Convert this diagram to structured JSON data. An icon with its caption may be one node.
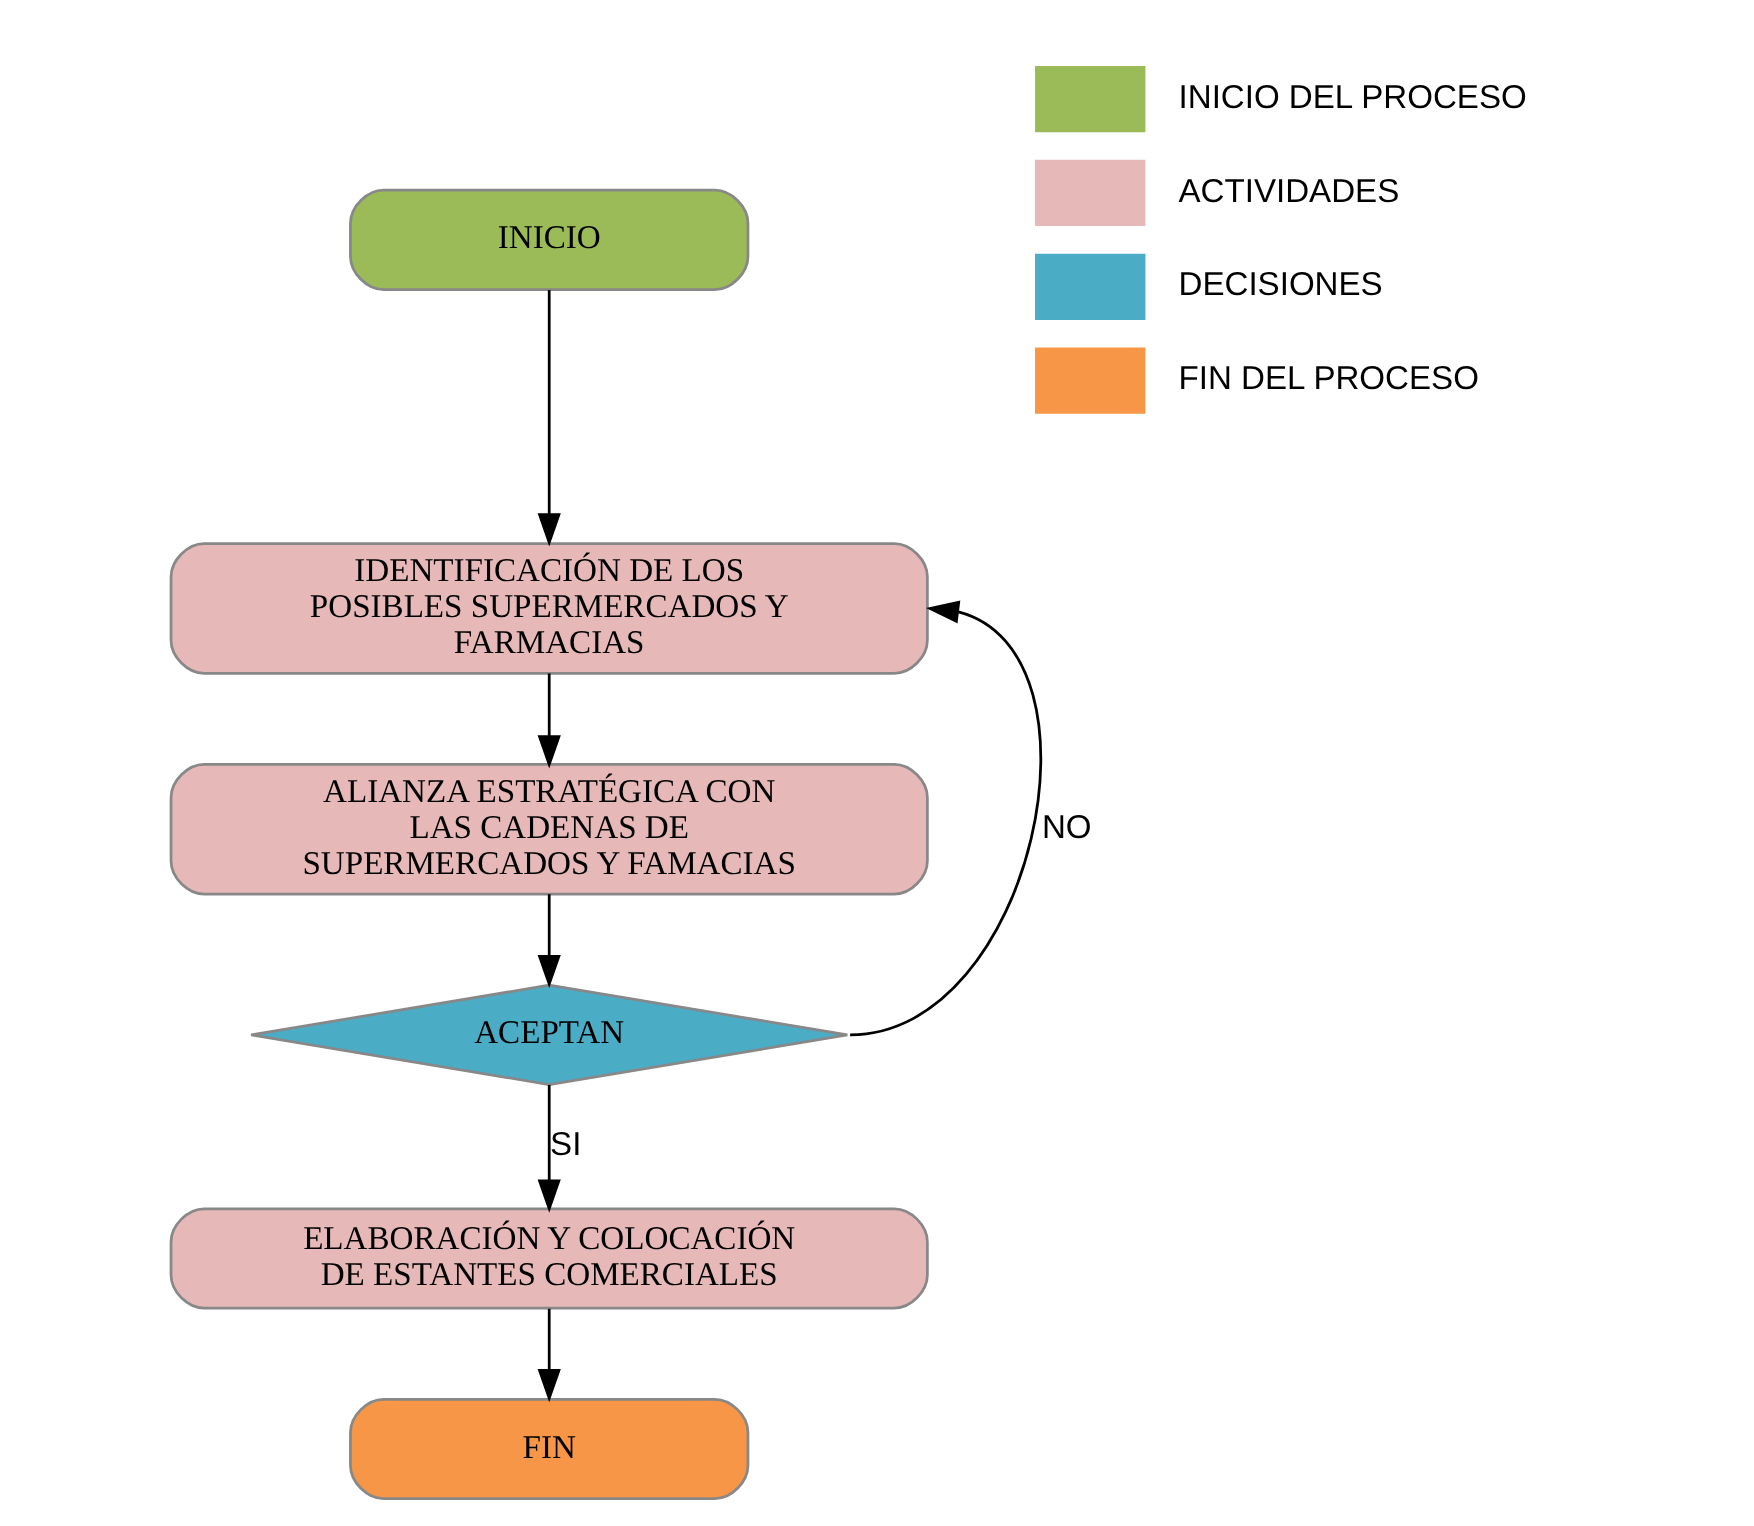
{
  "diagram": {
    "nodes": [
      {
        "text": [
          "INICIO"
        ]
      },
      {
        "text": [
          "IDENTIFICACIÓN DE LOS POSIBLES SUPERMERCADOS Y FARMACIAS"
        ]
      },
      {
        "text": [
          "ALIANZA ESTRATÉGICA CON LAS CADENAS DE SUPERMERCADOS Y FAMACIAS"
        ]
      },
      {
        "text": [
          "ACEPTAN"
        ]
      },
      {
        "text": [
          "ELABORACIÓN Y COLOCACIÓN DE ESTANTES COMERCIALES"
        ]
      },
      {
        "text": [
          "FIN"
        ]
      }
    ],
    "edges": [
      {
        "from": 0,
        "to": 1,
        "arrow": "to"
      },
      {
        "from": 1,
        "to": 2,
        "arrow": "to"
      },
      {
        "from": 2,
        "to": 3,
        "arrow": "to"
      },
      {
        "from": 3,
        "to": 1,
        "arrow": "to",
        "label": "NO"
      },
      {
        "from": 3,
        "to": 4,
        "arrow": "to",
        "label": "SI"
      },
      {
        "from": 4,
        "to": 5,
        "arrow": "to"
      }
    ],
    "legend": [
      {
        "text": "INICIO DEL PROCESO",
        "color": "#9bbb59"
      },
      {
        "text": "ACTIVIDADES",
        "color": "#e6b9b8"
      },
      {
        "text": "DECISIONES",
        "color": "#4bacc6"
      },
      {
        "text": "FIN DEL PROCESO",
        "color": "#f79646"
      }
    ]
  }
}
